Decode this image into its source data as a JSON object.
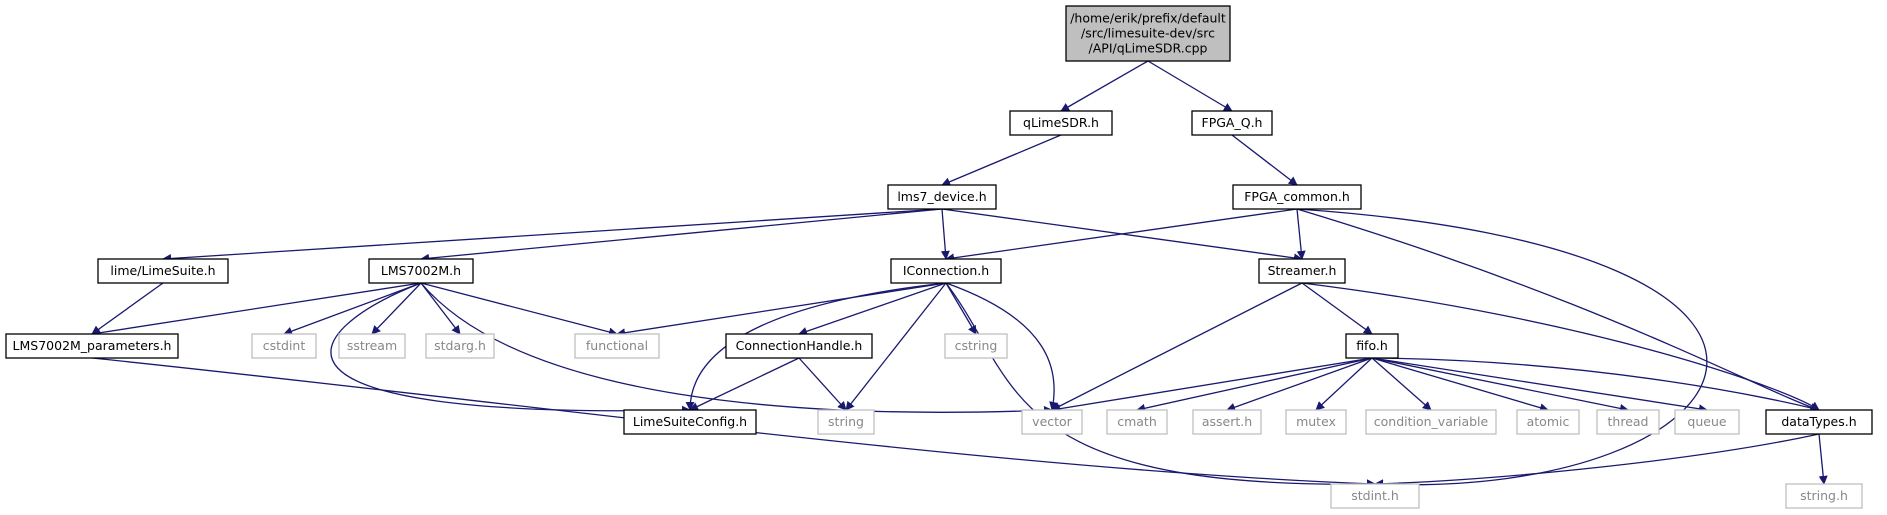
{
  "diagram": {
    "colors": {
      "edge": "#191970",
      "node_border": "#000000",
      "external_border": "#bfbfbf",
      "root_fill": "#bfbfbf",
      "node_fill": "#ffffff",
      "external_text": "#888888"
    },
    "nodes": [
      {
        "id": "root",
        "lines": [
          "/home/erik/prefix/default",
          "/src/limesuite-dev/src",
          "/API/qLimeSDR.cpp"
        ],
        "kind": "root"
      },
      {
        "id": "qlimesdr_h",
        "lines": [
          "qLimeSDR.h"
        ],
        "kind": "file"
      },
      {
        "id": "fpga_q_h",
        "lines": [
          "FPGA_Q.h"
        ],
        "kind": "file"
      },
      {
        "id": "lms7_device_h",
        "lines": [
          "lms7_device.h"
        ],
        "kind": "file"
      },
      {
        "id": "fpga_common_h",
        "lines": [
          "FPGA_common.h"
        ],
        "kind": "file"
      },
      {
        "id": "lime_limesuite_h",
        "lines": [
          "lime/LimeSuite.h"
        ],
        "kind": "file"
      },
      {
        "id": "lms7002m_h",
        "lines": [
          "LMS7002M.h"
        ],
        "kind": "file"
      },
      {
        "id": "iconnection_h",
        "lines": [
          "IConnection.h"
        ],
        "kind": "file"
      },
      {
        "id": "streamer_h",
        "lines": [
          "Streamer.h"
        ],
        "kind": "file"
      },
      {
        "id": "lms7002m_parameters_h",
        "lines": [
          "LMS7002M_parameters.h"
        ],
        "kind": "file"
      },
      {
        "id": "cstdint",
        "lines": [
          "cstdint"
        ],
        "kind": "external"
      },
      {
        "id": "sstream",
        "lines": [
          "sstream"
        ],
        "kind": "external"
      },
      {
        "id": "stdarg_h",
        "lines": [
          "stdarg.h"
        ],
        "kind": "external"
      },
      {
        "id": "functional",
        "lines": [
          "functional"
        ],
        "kind": "external"
      },
      {
        "id": "connectionhandle_h",
        "lines": [
          "ConnectionHandle.h"
        ],
        "kind": "file"
      },
      {
        "id": "cstring",
        "lines": [
          "cstring"
        ],
        "kind": "external"
      },
      {
        "id": "fifo_h",
        "lines": [
          "fifo.h"
        ],
        "kind": "file"
      },
      {
        "id": "limesuiteconfig_h",
        "lines": [
          "LimeSuiteConfig.h"
        ],
        "kind": "file"
      },
      {
        "id": "string",
        "lines": [
          "string"
        ],
        "kind": "external"
      },
      {
        "id": "vector",
        "lines": [
          "vector"
        ],
        "kind": "external"
      },
      {
        "id": "cmath",
        "lines": [
          "cmath"
        ],
        "kind": "external"
      },
      {
        "id": "assert_h",
        "lines": [
          "assert.h"
        ],
        "kind": "external"
      },
      {
        "id": "mutex",
        "lines": [
          "mutex"
        ],
        "kind": "external"
      },
      {
        "id": "condition_variable",
        "lines": [
          "condition_variable"
        ],
        "kind": "external"
      },
      {
        "id": "atomic",
        "lines": [
          "atomic"
        ],
        "kind": "external"
      },
      {
        "id": "thread",
        "lines": [
          "thread"
        ],
        "kind": "external"
      },
      {
        "id": "queue",
        "lines": [
          "queue"
        ],
        "kind": "external"
      },
      {
        "id": "datatypes_h",
        "lines": [
          "dataTypes.h"
        ],
        "kind": "file"
      },
      {
        "id": "stdint_h",
        "lines": [
          "stdint.h"
        ],
        "kind": "external"
      },
      {
        "id": "string_h",
        "lines": [
          "string.h"
        ],
        "kind": "external"
      }
    ],
    "edges": [
      {
        "from": "root",
        "to": "qlimesdr_h"
      },
      {
        "from": "root",
        "to": "fpga_q_h"
      },
      {
        "from": "qlimesdr_h",
        "to": "lms7_device_h"
      },
      {
        "from": "fpga_q_h",
        "to": "fpga_common_h"
      },
      {
        "from": "lms7_device_h",
        "to": "lime_limesuite_h"
      },
      {
        "from": "lms7_device_h",
        "to": "lms7002m_h"
      },
      {
        "from": "lms7_device_h",
        "to": "iconnection_h"
      },
      {
        "from": "lms7_device_h",
        "to": "streamer_h"
      },
      {
        "from": "fpga_common_h",
        "to": "iconnection_h"
      },
      {
        "from": "fpga_common_h",
        "to": "streamer_h"
      },
      {
        "from": "fpga_common_h",
        "to": "datatypes_h"
      },
      {
        "from": "fpga_common_h",
        "to": "stdint_h"
      },
      {
        "from": "lime_limesuite_h",
        "to": "lms7002m_parameters_h"
      },
      {
        "from": "lms7002m_h",
        "to": "lms7002m_parameters_h"
      },
      {
        "from": "lms7002m_h",
        "to": "cstdint"
      },
      {
        "from": "lms7002m_h",
        "to": "sstream"
      },
      {
        "from": "lms7002m_h",
        "to": "stdarg_h"
      },
      {
        "from": "lms7002m_h",
        "to": "functional"
      },
      {
        "from": "lms7002m_h",
        "to": "limesuiteconfig_h"
      },
      {
        "from": "lms7002m_h",
        "to": "vector"
      },
      {
        "from": "iconnection_h",
        "to": "functional"
      },
      {
        "from": "iconnection_h",
        "to": "connectionhandle_h"
      },
      {
        "from": "iconnection_h",
        "to": "cstring"
      },
      {
        "from": "iconnection_h",
        "to": "limesuiteconfig_h"
      },
      {
        "from": "iconnection_h",
        "to": "string"
      },
      {
        "from": "iconnection_h",
        "to": "vector"
      },
      {
        "from": "iconnection_h",
        "to": "stdint_h"
      },
      {
        "from": "connectionhandle_h",
        "to": "limesuiteconfig_h"
      },
      {
        "from": "connectionhandle_h",
        "to": "string"
      },
      {
        "from": "streamer_h",
        "to": "vector"
      },
      {
        "from": "streamer_h",
        "to": "fifo_h"
      },
      {
        "from": "streamer_h",
        "to": "datatypes_h"
      },
      {
        "from": "fifo_h",
        "to": "vector"
      },
      {
        "from": "fifo_h",
        "to": "cmath"
      },
      {
        "from": "fifo_h",
        "to": "assert_h"
      },
      {
        "from": "fifo_h",
        "to": "mutex"
      },
      {
        "from": "fifo_h",
        "to": "condition_variable"
      },
      {
        "from": "fifo_h",
        "to": "atomic"
      },
      {
        "from": "fifo_h",
        "to": "thread"
      },
      {
        "from": "fifo_h",
        "to": "queue"
      },
      {
        "from": "fifo_h",
        "to": "datatypes_h"
      },
      {
        "from": "lms7002m_parameters_h",
        "to": "stdint_h"
      },
      {
        "from": "datatypes_h",
        "to": "stdint_h"
      },
      {
        "from": "datatypes_h",
        "to": "string_h"
      }
    ]
  }
}
